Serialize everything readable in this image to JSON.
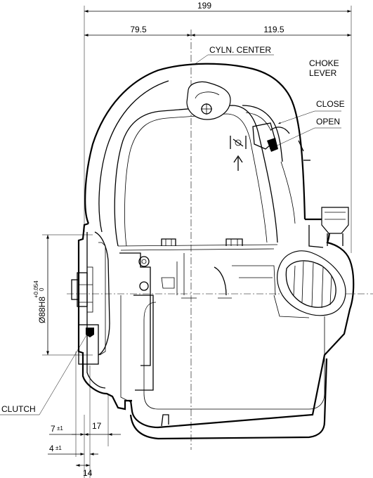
{
  "dimensions": {
    "overall_width": "199",
    "left_to_center": "79.5",
    "center_to_right": "119.5",
    "dim_17": "17",
    "dim_14": "14"
  },
  "labels": {
    "cyln_center": "CYLN. CENTER",
    "choke_lever_line1": "CHOKE",
    "choke_lever_line2": "LEVER",
    "close": "CLOSE",
    "open": "OPEN",
    "clutch": "CLUTCH",
    "dim_7_value": "7",
    "dim_7_tol": "±1",
    "dim_4_value": "4",
    "dim_4_tol": "±1",
    "bore_main": "Ø88H8",
    "bore_tol_upper": "+0.054",
    "bore_tol_lower": "0"
  }
}
